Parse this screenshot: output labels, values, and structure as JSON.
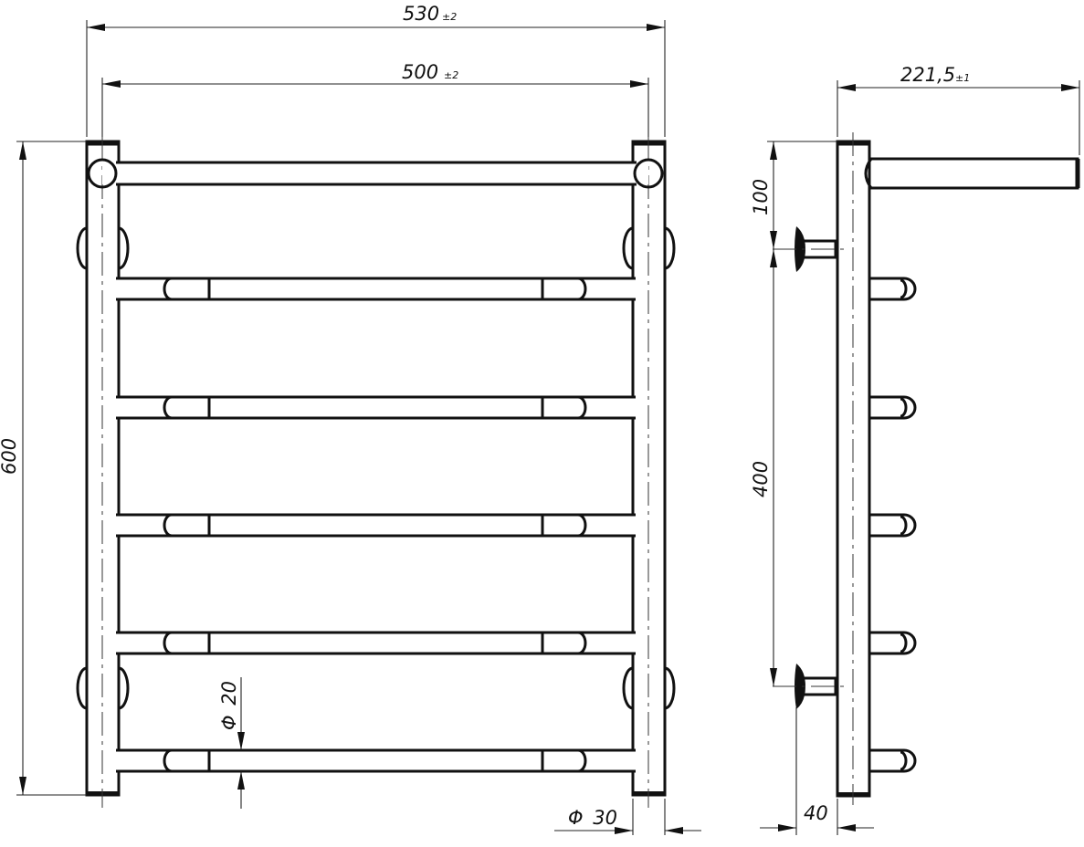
{
  "drawing": {
    "subject": "heated towel rail",
    "views": [
      "front-view",
      "side-view"
    ]
  },
  "dimensions": {
    "overall_width": {
      "value": "530",
      "tolerance": "±2"
    },
    "axis_width": {
      "value": "500",
      "tolerance": "±2"
    },
    "depth": {
      "value": "221,5",
      "tolerance": "±1"
    },
    "height": {
      "value": "600"
    },
    "top_to_mount": {
      "value": "100"
    },
    "mount_spacing": {
      "value": "400"
    },
    "rail_diameter": {
      "symbol": "Φ",
      "value": "20"
    },
    "post_diameter": {
      "symbol": "Φ",
      "value": "30"
    },
    "wall_offset": {
      "value": "40"
    }
  },
  "colors": {
    "line": "#111111",
    "background": "#ffffff"
  }
}
